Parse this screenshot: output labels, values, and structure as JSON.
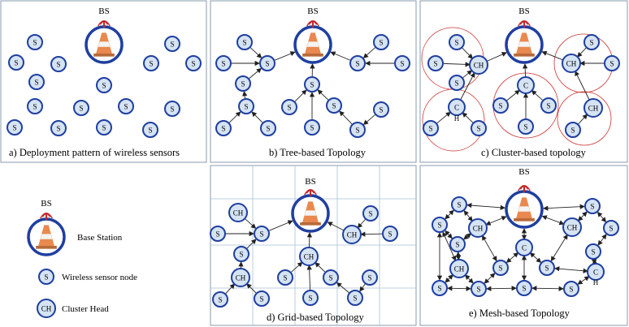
{
  "bs_label": "BS",
  "node_labels": {
    "sensor": "S",
    "cluster_head": "CH",
    "cluster": "C",
    "head_mark": "H"
  },
  "panels": {
    "a": {
      "caption": "a) Deployment pattern of wireless sensors"
    },
    "b": {
      "caption": "b) Tree-based Topology"
    },
    "c": {
      "caption": "c) Cluster-based topology"
    },
    "d": {
      "caption": "d) Grid-based Topology"
    },
    "e": {
      "caption": "e) Mesh-based Topology"
    }
  },
  "legend": {
    "bs_title": "BS",
    "base_station": "Base Station",
    "sensor_node": "Wireless sensor node",
    "cluster_head": "Cluster Head"
  },
  "colors": {
    "node_fill": "#d5e3f3",
    "node_stroke": "#1f3fa0",
    "cluster_circle": "#cc3333",
    "grid_line": "#a9c1d6",
    "tower_orange": "#e9894f",
    "antenna_red": "#c0282d"
  }
}
